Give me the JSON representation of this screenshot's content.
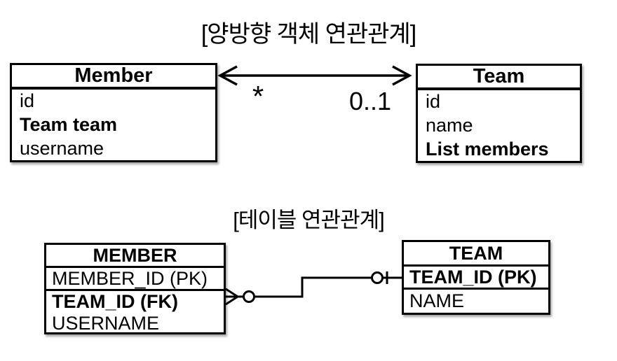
{
  "object_diagram": {
    "title": "[양방향 객체 연관관계]",
    "member_class": {
      "name": "Member",
      "fields": [
        {
          "label": "id"
        },
        {
          "label": "Team team"
        },
        {
          "label": "username"
        }
      ]
    },
    "team_class": {
      "name": "Team",
      "fields": [
        {
          "label": "id"
        },
        {
          "label": "name"
        },
        {
          "label": "List members"
        }
      ]
    },
    "association": {
      "member_multiplicity": "*",
      "team_multiplicity": "0..1"
    }
  },
  "table_diagram": {
    "title": "[테이블 연관관계]",
    "member_table": {
      "name": "MEMBER",
      "rows": [
        {
          "label": "MEMBER_ID (PK)"
        },
        {
          "label": "TEAM_ID (FK)"
        },
        {
          "label": "USERNAME"
        }
      ]
    },
    "team_table": {
      "name": "TEAM",
      "rows": [
        {
          "label": "TEAM_ID (PK)"
        },
        {
          "label": "NAME"
        }
      ]
    },
    "relationship": {
      "member_end_icon": "crow-foot-zero-or-many",
      "team_end_icon": "circle-bar-zero-or-one"
    }
  },
  "colors": {
    "line": "#000000",
    "background": "#ffffff"
  }
}
